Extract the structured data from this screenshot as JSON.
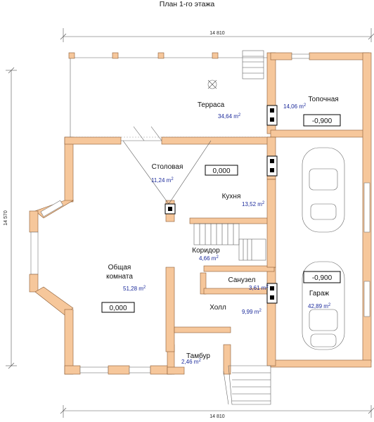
{
  "title": "План 1-го этажа",
  "dimensions": {
    "top": "14 810",
    "bottom": "14 810",
    "left": "14 570"
  },
  "rooms": {
    "terrace": {
      "name": "Терраса",
      "area": "34,64 m",
      "exp": "2"
    },
    "boiler": {
      "name": "Топочная",
      "area": "14,06 m",
      "exp": "2"
    },
    "dining": {
      "name": "Столовая",
      "area": "11,24 m",
      "exp": "2"
    },
    "kitchen": {
      "name": "Кухня",
      "area": "13,52 m",
      "exp": "2"
    },
    "corridor": {
      "name": "Коридор",
      "area": "4,66 m",
      "exp": "2"
    },
    "living1": {
      "name": "Общая",
      "name2": "комната",
      "area": "51,28 m",
      "exp": "2"
    },
    "bathroom": {
      "name": "Санузел",
      "area": "3,61 m",
      "exp": "2"
    },
    "hall": {
      "name": "Холл",
      "area": "9,99 m",
      "exp": "2"
    },
    "garage": {
      "name": "Гараж",
      "area": "42,89 m",
      "exp": "2"
    },
    "vestibule": {
      "name": "Тамбур",
      "area": "2,46 m",
      "exp": "2"
    }
  },
  "levels": {
    "boiler": "-0,900",
    "kitchen": "0,000",
    "living": "0,000",
    "garage": "-0,900"
  }
}
